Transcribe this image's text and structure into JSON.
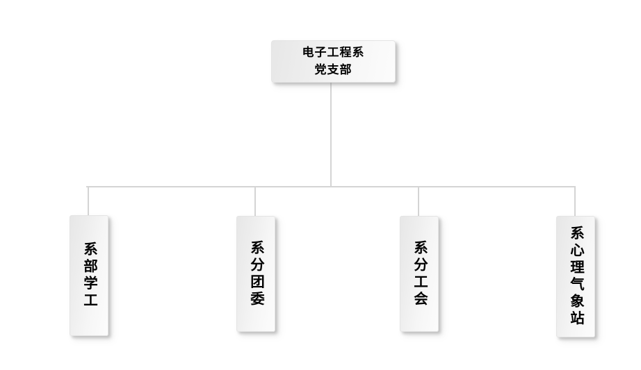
{
  "chart": {
    "type": "org-chart",
    "background_color": "#ffffff",
    "connector_color": "#d4d4d4",
    "node_fill_from": "#e7e7e7",
    "node_fill_to": "#fcfcfc",
    "text_color": "#000000",
    "root": {
      "id": "root",
      "label": "电子工程系党支部",
      "lines": [
        "电子工程系",
        "党支部"
      ],
      "orientation": "horizontal"
    },
    "children": [
      {
        "id": "leaf-1",
        "label": "系部学工",
        "orientation": "vertical"
      },
      {
        "id": "leaf-2",
        "label": "系分团委",
        "orientation": "vertical"
      },
      {
        "id": "leaf-3",
        "label": "系分工会",
        "orientation": "vertical"
      },
      {
        "id": "leaf-4",
        "label": "系心理气象站",
        "orientation": "vertical"
      }
    ]
  }
}
